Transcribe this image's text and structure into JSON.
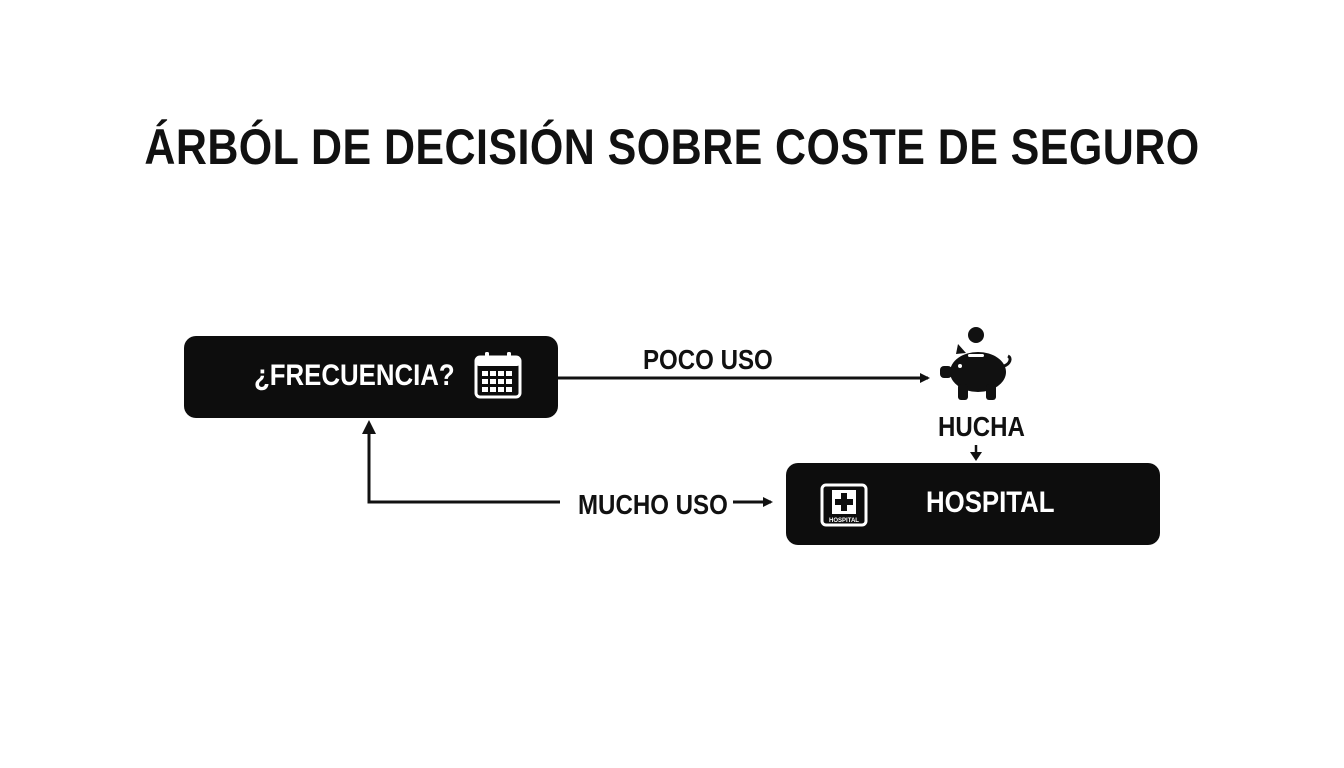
{
  "title": "ÁRBÓL DE DECISIÓN SOBRE COSTE DE SEGURO",
  "nodes": {
    "frecuencia": {
      "label": "¿FRECUENCIA?",
      "icon": "calendar-icon"
    },
    "hospital": {
      "label": "HOSPITAL",
      "icon": "hospital-icon",
      "icon_text": "HOSPITAL"
    },
    "hucha": {
      "label": "HUCHA",
      "icon": "piggy-bank-icon"
    }
  },
  "edges": {
    "poco_uso": {
      "label": "POCO USO",
      "from": "frecuencia",
      "to": "hucha"
    },
    "mucho_uso": {
      "label": "MUCHO USO",
      "from": "frecuencia",
      "to": "hospital"
    },
    "hucha_to_hospital": {
      "from": "hucha",
      "to": "hospital"
    }
  },
  "colors": {
    "node_fill": "#0d0d0d",
    "node_text": "#ffffff",
    "text": "#111111",
    "background": "#ffffff"
  }
}
